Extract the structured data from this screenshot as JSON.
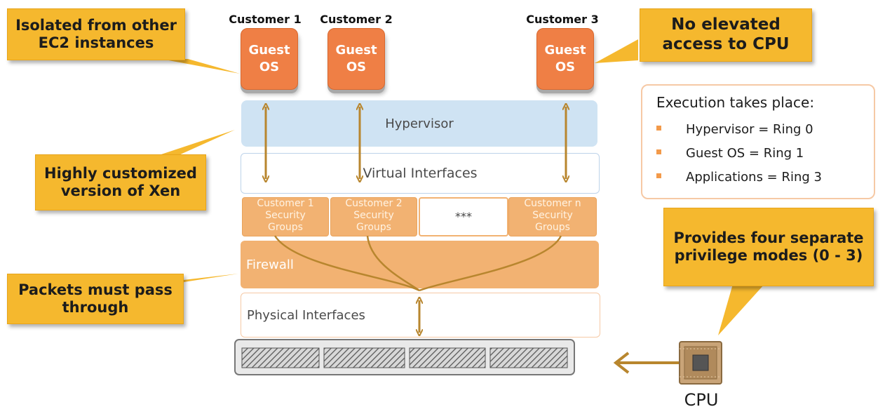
{
  "callouts": {
    "isolated": "Isolated from other EC2 instances",
    "no_elevated": "No elevated access to CPU",
    "customized": "Highly customized version of Xen",
    "packets": "Packets must pass through",
    "privilege": "Provides four separate privilege modes (0 - 3)"
  },
  "customers": [
    {
      "label": "Customer 1",
      "guest_line1": "Guest",
      "guest_line2": "OS"
    },
    {
      "label": "Customer 2",
      "guest_line1": "Guest",
      "guest_line2": "OS"
    },
    {
      "label": "Customer 3",
      "guest_line1": "Guest",
      "guest_line2": "OS"
    }
  ],
  "layers": {
    "hypervisor": "Hypervisor",
    "virtual_interfaces": "Virtual Interfaces",
    "firewall": "Firewall",
    "physical_interfaces": "Physical Interfaces"
  },
  "security_groups": [
    {
      "line1": "Customer 1",
      "line2": "Security",
      "line3": "Groups"
    },
    {
      "line1": "Customer 2",
      "line2": "Security",
      "line3": "Groups"
    },
    {
      "line1": "***"
    },
    {
      "line1": "Customer n",
      "line2": "Security",
      "line3": "Groups"
    }
  ],
  "execution": {
    "title": "Execution takes place:",
    "items": [
      "Hypervisor = Ring 0",
      "Guest OS = Ring 1",
      "Applications = Ring 3"
    ]
  },
  "cpu": {
    "label": "CPU"
  },
  "colors": {
    "callout": "#f5b82e",
    "guest_os": "#ef7f45",
    "hypervisor": "#cfe3f3",
    "firewall": "#f2b272",
    "arrow": "#b8862e",
    "bullet": "#f39a4a"
  },
  "icons": [
    "cpu-chip-icon",
    "server-rack-icon",
    "arrow-left-icon"
  ]
}
